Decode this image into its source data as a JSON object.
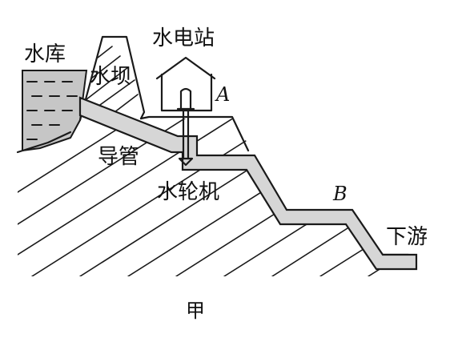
{
  "labels": {
    "reservoir": "水库",
    "dam": "水坝",
    "power_station": "水电站",
    "pipe": "导管",
    "turbine": "水轮机",
    "downstream": "下游",
    "point_a": "A",
    "point_b": "B",
    "caption": "甲"
  },
  "colors": {
    "ink": "#1a1a1a",
    "water_fill": "#c6c6c6",
    "pipe_fill": "#d6d6d6",
    "paper": "#ffffff"
  }
}
